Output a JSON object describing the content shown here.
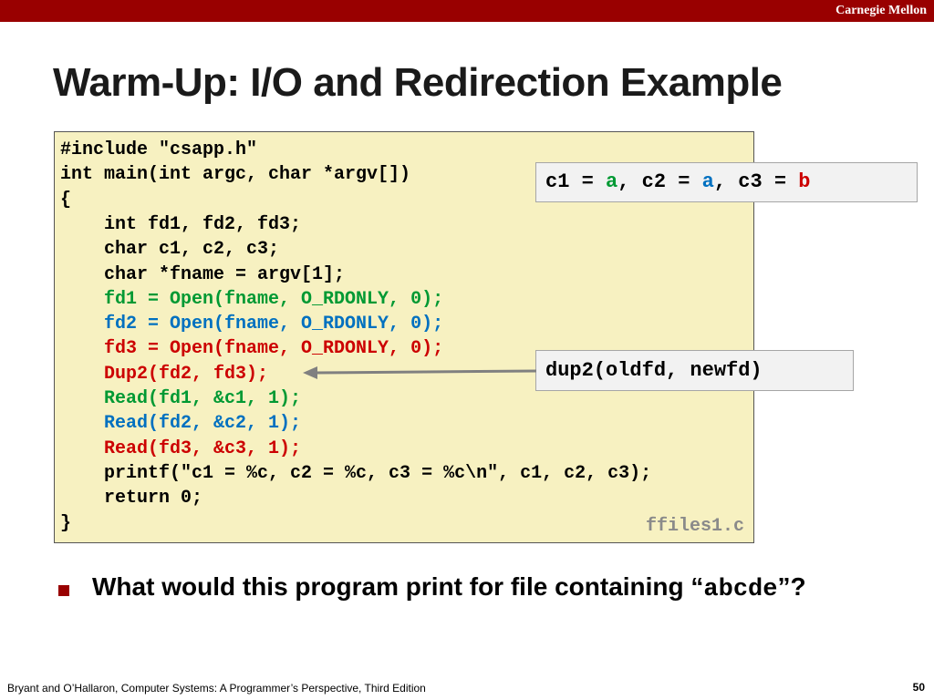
{
  "header": {
    "brand": "Carnegie Mellon",
    "bar_color": "#990000"
  },
  "slide": {
    "title": "Warm-Up: I/O and Redirection Example"
  },
  "code": {
    "lines": [
      {
        "text": "#include \"csapp.h\"",
        "color": "black"
      },
      {
        "text": "int main(int argc, char *argv[])",
        "color": "black"
      },
      {
        "text": "{",
        "color": "black"
      },
      {
        "text": "    int fd1, fd2, fd3;",
        "color": "black"
      },
      {
        "text": "    char c1, c2, c3;",
        "color": "black"
      },
      {
        "text": "    char *fname = argv[1];",
        "color": "black"
      },
      {
        "text": "    fd1 = Open(fname, O_RDONLY, 0);",
        "color": "green"
      },
      {
        "text": "    fd2 = Open(fname, O_RDONLY, 0);",
        "color": "blue"
      },
      {
        "text": "    fd3 = Open(fname, O_RDONLY, 0);",
        "color": "red"
      },
      {
        "text": "    Dup2(fd2, fd3);",
        "color": "red"
      },
      {
        "text": "    Read(fd1, &c1, 1);",
        "color": "green"
      },
      {
        "text": "    Read(fd2, &c2, 1);",
        "color": "blue"
      },
      {
        "text": "    Read(fd3, &c3, 1);",
        "color": "red"
      },
      {
        "text": "    printf(\"c1 = %c, c2 = %c, c3 = %c\\n\", c1, c2, c3);",
        "color": "black"
      },
      {
        "text": "    return 0;",
        "color": "black"
      },
      {
        "text": "}",
        "color": "black"
      }
    ],
    "filename": "ffiles1.c",
    "background": "#f7f1c1",
    "colors": {
      "green": "#009933",
      "blue": "#0070c0",
      "red": "#cc0000"
    }
  },
  "output_callout": {
    "c1_label": "c1 = ",
    "c1_value": "a",
    "sep1": ", c2 = ",
    "c2_value": "a",
    "sep2": ", c3 = ",
    "c3_value": "b"
  },
  "dup2_callout": {
    "text": "dup2(oldfd, newfd)"
  },
  "question": {
    "prefix": "What would this program print for file containing “",
    "code": "abcde",
    "suffix": "”?"
  },
  "footer": {
    "citation": "Bryant and O’Hallaron, Computer Systems: A Programmer’s Perspective, Third Edition",
    "page_number": "50"
  }
}
